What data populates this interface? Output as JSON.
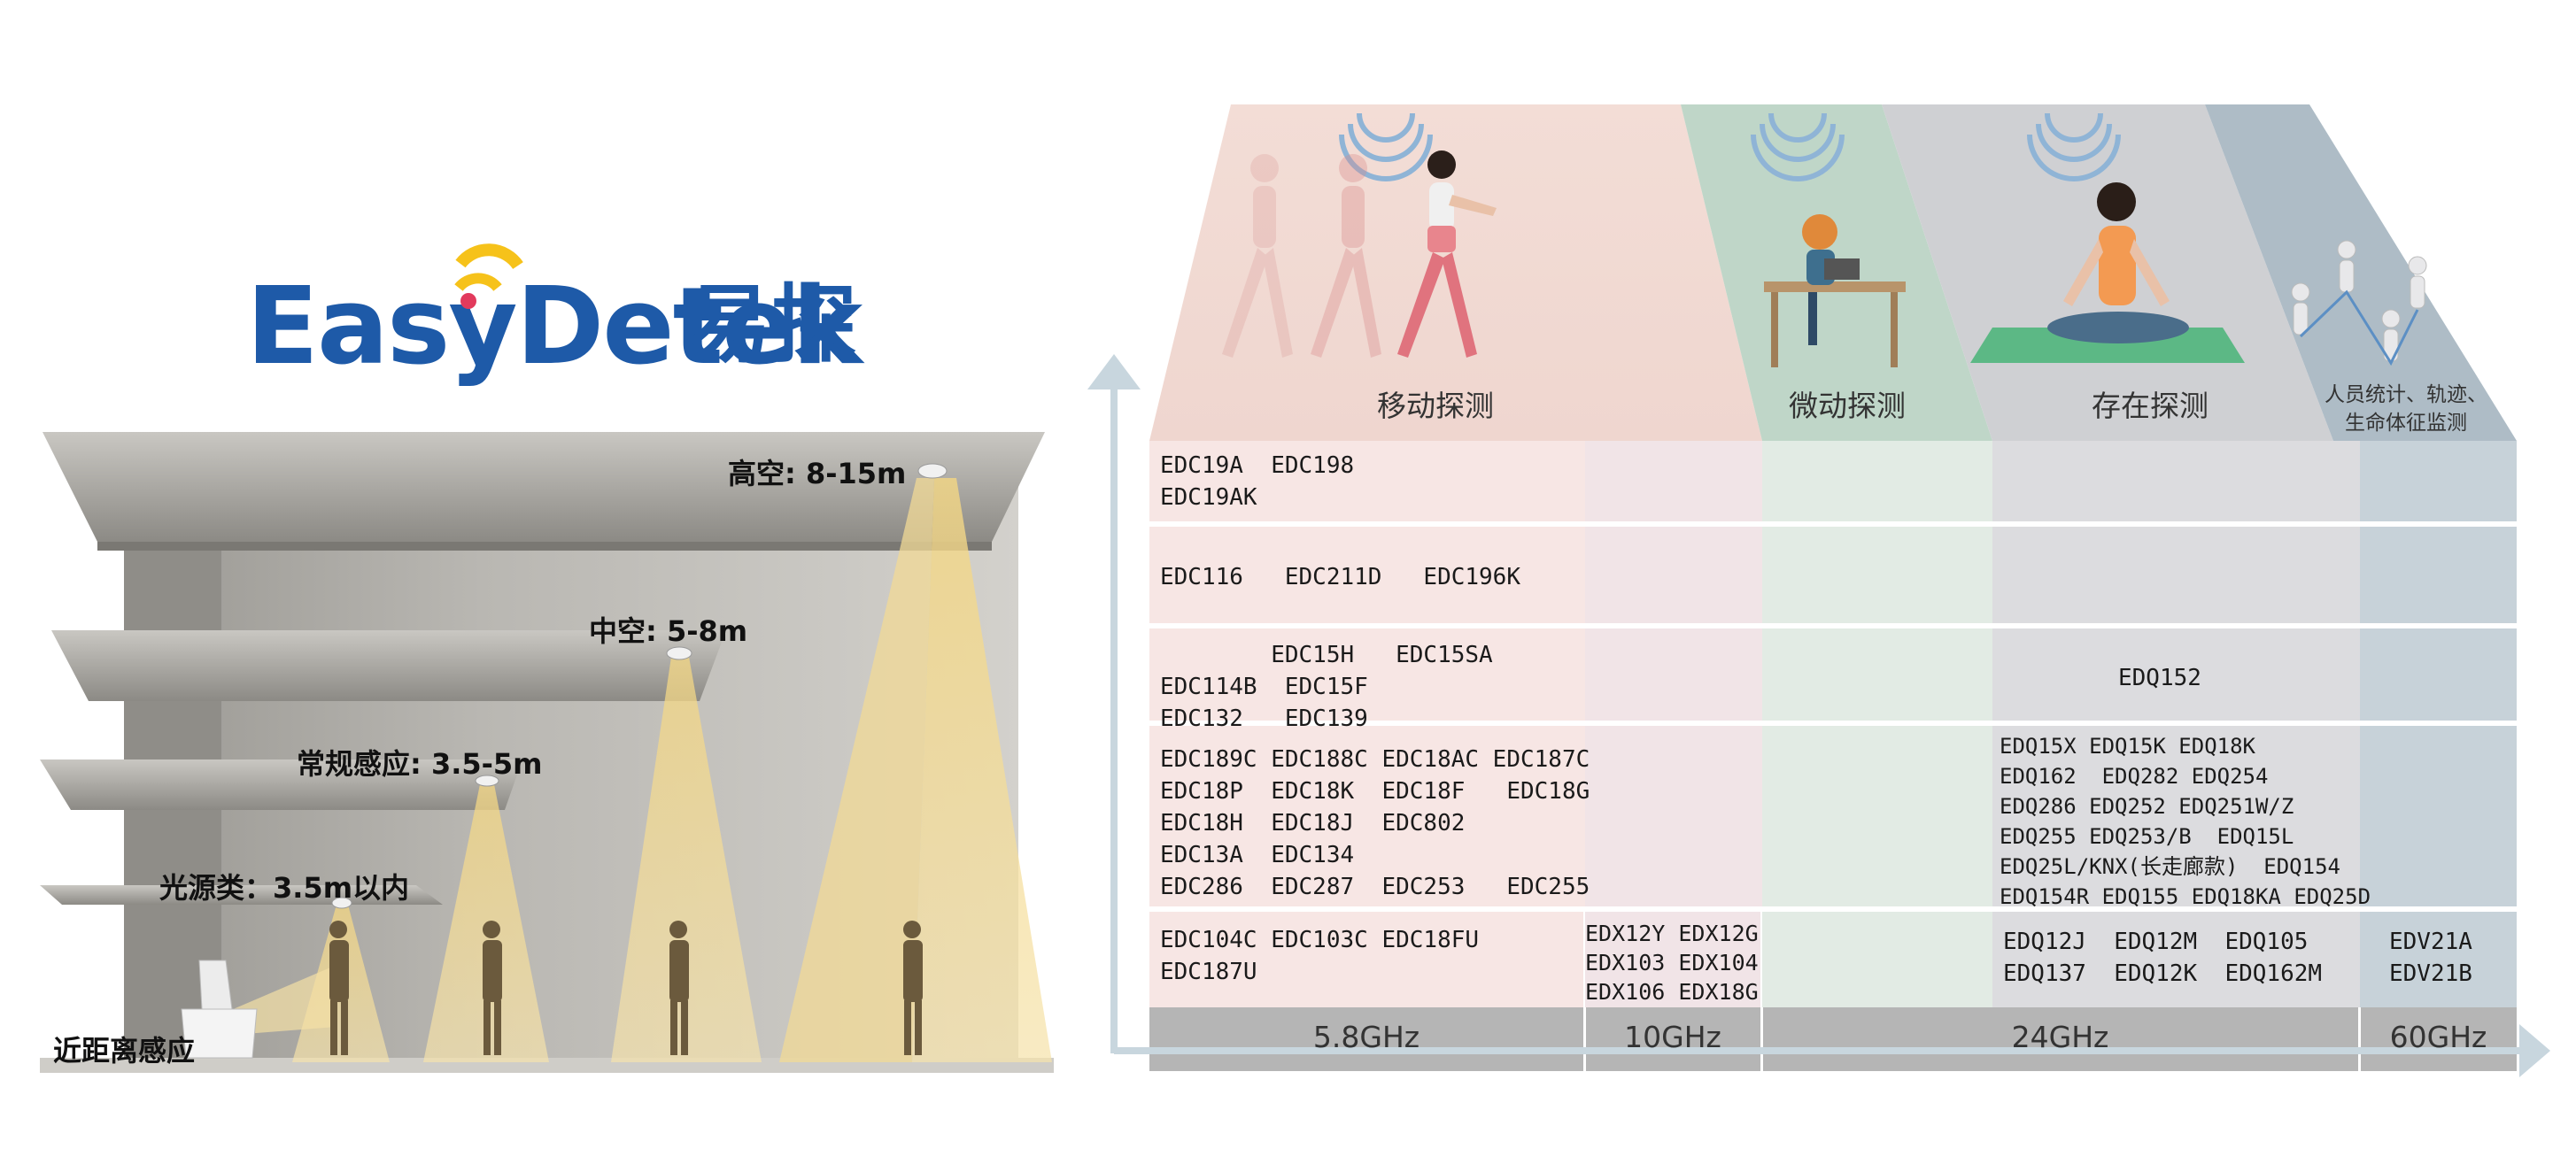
{
  "brand": {
    "name_latin": "EasyDetek",
    "name_cn": "易探"
  },
  "building": {
    "heights": [
      {
        "label": "高空: 8-15m"
      },
      {
        "label": "中空: 5-8m"
      },
      {
        "label": "常规感应: 3.5-5m"
      },
      {
        "label": "光源类：3.5m以内"
      },
      {
        "label": "近距离感应"
      }
    ]
  },
  "categories": [
    {
      "label": "移动探测"
    },
    {
      "label": "微动探测"
    },
    {
      "label": "存在探测"
    },
    {
      "label": "人员统计、轨迹、\n生命体征监测"
    }
  ],
  "frequencies": [
    "5.8GHz",
    "10GHz",
    "24GHz",
    "60GHz"
  ],
  "cells": {
    "row1_58": "EDC19A  EDC198\nEDC19AK",
    "row2_58": "EDC116   EDC211D   EDC196K",
    "row3_58": "        EDC15H   EDC15SA\nEDC114B  EDC15F\nEDC132   EDC139",
    "row3_24": "EDQ152",
    "row4_58": "EDC189C EDC188C EDC18AC EDC187C\nEDC18P  EDC18K  EDC18F   EDC18G\nEDC18H  EDC18J  EDC802\nEDC13A  EDC134\nEDC286  EDC287  EDC253   EDC255",
    "row4_24": "EDQ15X EDQ15K EDQ18K\nEDQ162  EDQ282 EDQ254\nEDQ286 EDQ252 EDQ251W/Z\nEDQ255 EDQ253/B  EDQ15L\nEDQ25L/KNX(长走廊款)  EDQ154\nEDQ154R EDQ155 EDQ18KA EDQ25D",
    "row5_58": "EDC104C EDC103C EDC18FU\nEDC187U",
    "row5_10": "EDX12Y EDX12G\nEDX103 EDX104\nEDX106 EDX18G",
    "row5_24": "EDQ12J  EDQ12M  EDQ105\nEDQ137  EDQ12K  EDQ162M",
    "row5_60": "EDV21A\nEDV21B"
  },
  "colors": {
    "brand_blue": "#1e5aa8",
    "brand_yellow": "#f6c21a",
    "brand_red": "#e23a5c",
    "motion_bg": "#f4e1dd",
    "micro_bg": "#bfd6c8",
    "presence_bg": "#d2d3d6",
    "vital_bg": "#aebcc6",
    "freq_bar": "#b5b5b5"
  },
  "icons": [
    "wave-signal-icon",
    "walking-woman-icon",
    "laptop-girl-icon",
    "meditation-icon",
    "tracking-people-icon",
    "axis-arrow-up-icon",
    "axis-arrow-right-icon"
  ]
}
